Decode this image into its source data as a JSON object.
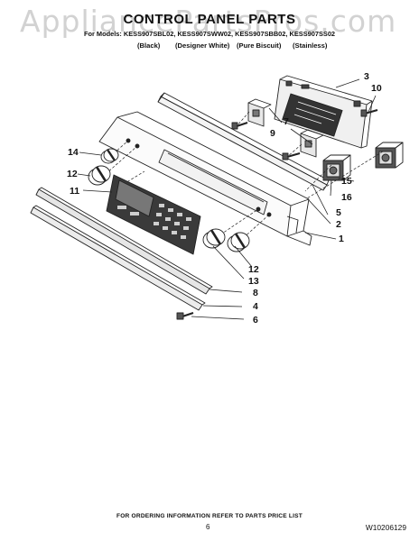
{
  "watermark": "AppliancePartsPros.com",
  "title": "CONTROL PANEL PARTS",
  "models": "For Models: KESS907SBL02, KESS907SWW02, KESS907SBB02, KESS907SS02",
  "finishes": [
    "(Black)",
    "(Designer White)",
    "(Pure Biscuit)",
    "(Stainless)"
  ],
  "callouts": {
    "c3": "3",
    "c10": "10",
    "c7": "7",
    "c9": "9",
    "c14": "14",
    "c12a": "12",
    "c11": "11",
    "c15": "15",
    "c16": "16",
    "c5": "5",
    "c2": "2",
    "c1": "1",
    "c12b": "12",
    "c13": "13",
    "c8": "8",
    "c4": "4",
    "c6": "6"
  },
  "footer": {
    "ordering_note": "FOR ORDERING INFORMATION REFER TO PARTS PRICE LIST",
    "page_number": "6",
    "doc_id": "W10206129"
  }
}
